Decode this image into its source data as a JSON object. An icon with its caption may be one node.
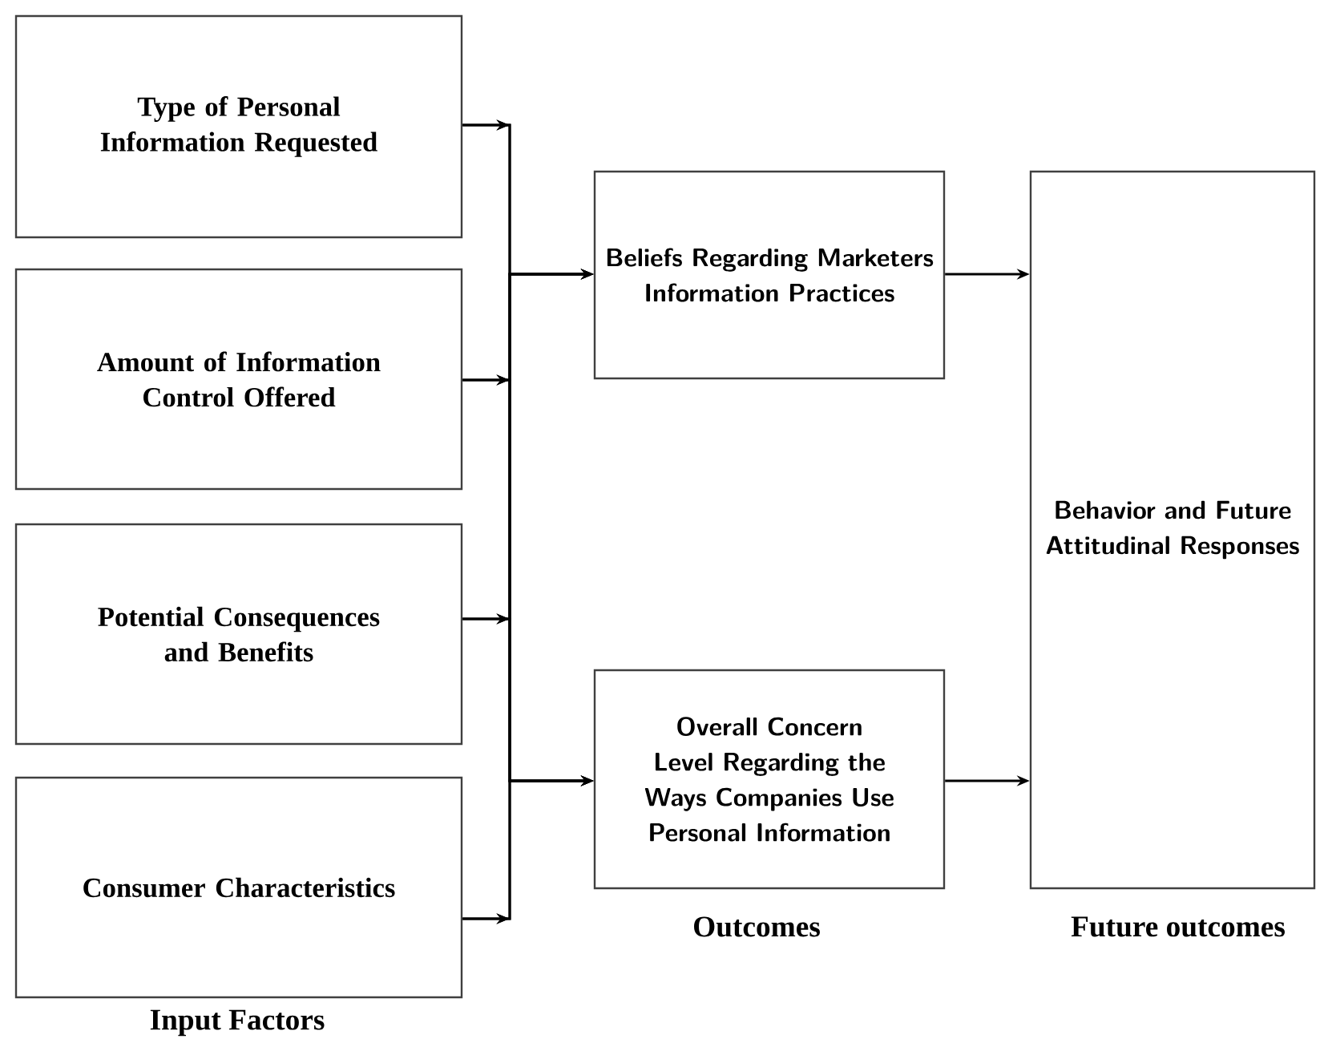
{
  "diagram": {
    "nodes": [
      {
        "text": [
          "Type of Personal Information Requested"
        ]
      },
      {
        "text": [
          "Amount of Information Control Offered"
        ]
      },
      {
        "text": [
          "Potential Consequences and Benefits"
        ]
      },
      {
        "text": [
          "Consumer Characteristics"
        ]
      },
      {
        "text": [
          "Beliefs Regarding Marketers Information Practices"
        ]
      },
      {
        "text": [
          "Overall Concern Level Regarding the Ways Companies Use Personal Information"
        ]
      },
      {
        "text": [
          "Behavior and Future Attitudinal Responses"
        ]
      }
    ],
    "edges": [
      {
        "from": 0,
        "to": 4,
        "arrow": "to"
      },
      {
        "from": 0,
        "to": 5,
        "arrow": "to"
      },
      {
        "from": 1,
        "to": 4,
        "arrow": "to"
      },
      {
        "from": 1,
        "to": 5,
        "arrow": "to"
      },
      {
        "from": 2,
        "to": 4,
        "arrow": "to"
      },
      {
        "from": 2,
        "to": 5,
        "arrow": "to"
      },
      {
        "from": 3,
        "to": 4,
        "arrow": "to"
      },
      {
        "from": 3,
        "to": 5,
        "arrow": "to"
      },
      {
        "from": 4,
        "to": 6,
        "arrow": "to"
      },
      {
        "from": 5,
        "to": 6,
        "arrow": "to"
      }
    ],
    "labels": [
      "Outcomes",
      "Future outcomes",
      "Input Factors"
    ]
  }
}
